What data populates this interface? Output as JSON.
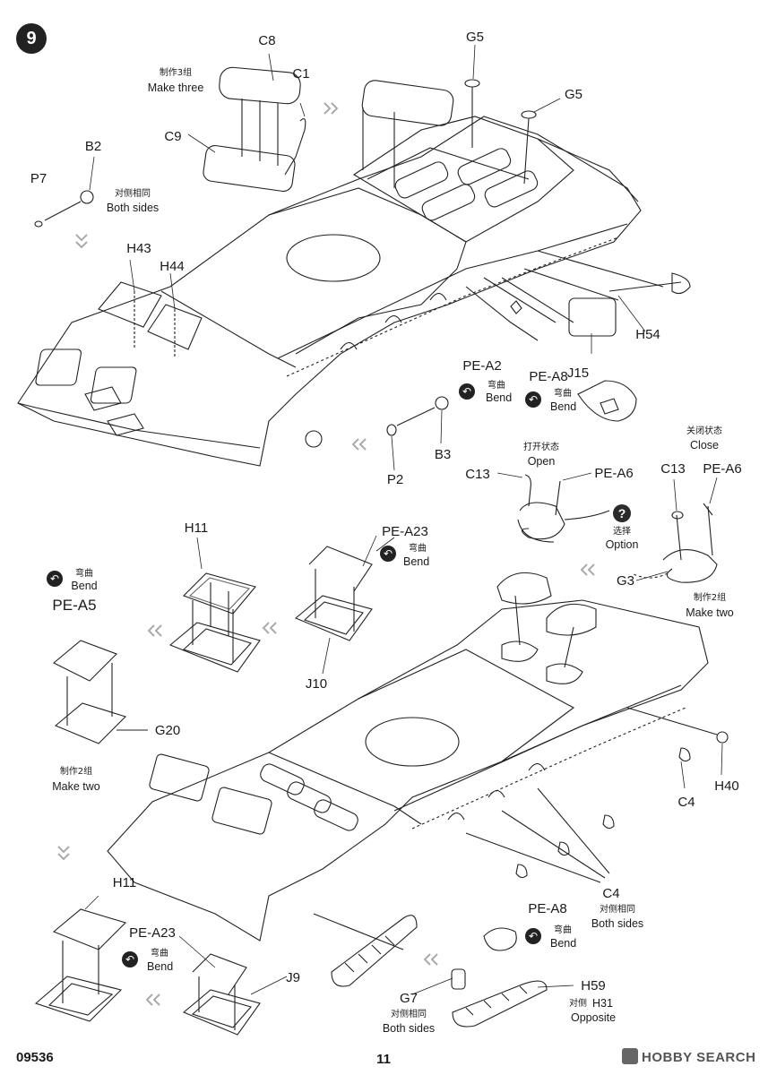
{
  "step": "9",
  "labels": {
    "C8": "C8",
    "C1": "C1",
    "C9": "C9",
    "G5a": "G5",
    "G5b": "G5",
    "B2": "B2",
    "P7": "P7",
    "H43": "H43",
    "H44": "H44",
    "PE_A2": "PE-A2",
    "PE_A8a": "PE-A8",
    "J15": "J15",
    "H54": "H54",
    "P2": "P2",
    "B3": "B3",
    "C13a": "C13",
    "PE_A6a": "PE-A6",
    "C13b": "C13",
    "PE_A6b": "PE-A6",
    "G3": "G3",
    "H11a": "H11",
    "PE_A23a": "PE-A23",
    "J10": "J10",
    "PE_A5": "PE-A5",
    "G20": "G20",
    "H40": "H40",
    "C4a": "C4",
    "C4b": "C4",
    "H11b": "H11",
    "PE_A23b": "PE-A23",
    "J9": "J9",
    "PE_A8b": "PE-A8",
    "G7": "G7",
    "H59": "H59"
  },
  "notes": {
    "make_three_cn": "制作3组",
    "make_three_en": "Make three",
    "both_sides_cn": "对侧相同",
    "both_sides_en": "Both sides",
    "bend_cn": "弯曲",
    "bend_en": "Bend",
    "open_cn": "打开状态",
    "open_en": "Open",
    "close_cn": "关闭状态",
    "close_en": "Close",
    "option_cn": "选择",
    "option_en": "Option",
    "make_two_cn": "制作2组",
    "make_two_en": "Make two",
    "opposite_cn": "对侧",
    "opposite_part": "H31",
    "opposite_en": "Opposite"
  },
  "footer": {
    "code": "09536",
    "page": "11",
    "watermark": "HOBBY SEARCH"
  },
  "colors": {
    "ink": "#1a1a1a",
    "badge": "#222222",
    "hatch": "#b0b0b0"
  }
}
